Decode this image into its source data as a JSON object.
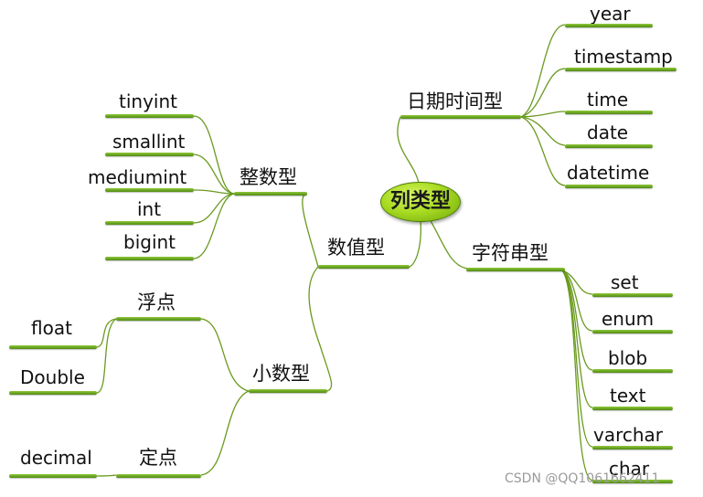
{
  "root": "列类型",
  "branches": {
    "date_time": {
      "label": "日期时间型",
      "items": [
        "year",
        "timestamp",
        "time",
        "date",
        "datetime"
      ]
    },
    "string": {
      "label": "字符串型",
      "items": [
        "set",
        "enum",
        "blob",
        "text",
        "varchar",
        "char"
      ]
    },
    "numeric": {
      "label": "数值型",
      "integer": {
        "label": "整数型",
        "items": [
          "tinyint",
          "smallint",
          "mediumint",
          "int",
          "bigint"
        ]
      },
      "decimal_type": {
        "label": "小数型",
        "floating": {
          "label": "浮点",
          "items": [
            "float",
            "Double"
          ]
        },
        "fixed": {
          "label": "定点",
          "items": [
            "decimal"
          ]
        }
      }
    }
  },
  "watermark": "CSDN @QQ1061662411",
  "colors": {
    "line": "#6a9a1f",
    "underline_light": "#8fc83a",
    "underline_dark": "#4f8a12",
    "root_fill": "#a9dc22"
  }
}
